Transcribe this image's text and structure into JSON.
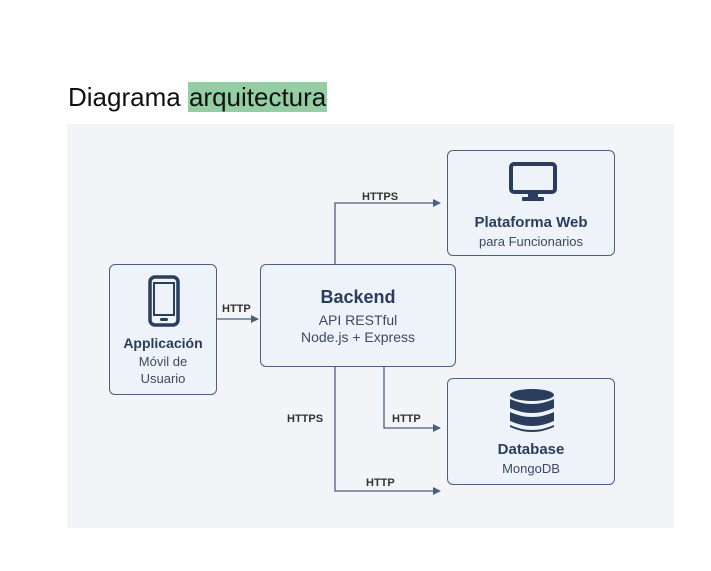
{
  "title": {
    "prefix": "Diagrama",
    "highlight": "arquitectura"
  },
  "nodes": {
    "web": {
      "title": "Plataforma Web",
      "subtitle": "para Funcionarios",
      "icon": "monitor-icon"
    },
    "app": {
      "title": "Applicación",
      "line1": "Móvil de",
      "line2": "Usuario",
      "icon": "smartphone-icon"
    },
    "backend": {
      "title": "Backend",
      "line1": "API RESTful",
      "line2": "Node.js + Express"
    },
    "db": {
      "title": "Database",
      "subtitle": "MongoDB",
      "icon": "database-icon"
    }
  },
  "edges": {
    "backend_web": "HTTPS",
    "app_backend": "HTTP",
    "backend_db": "HTTP",
    "backend_down": "HTTPS",
    "bottom": "HTTP"
  },
  "colors": {
    "node_border": "#4b5f7e",
    "node_fill": "#eef3f9",
    "text_dark": "#2b3d5c",
    "highlight": "#93cfa3"
  }
}
